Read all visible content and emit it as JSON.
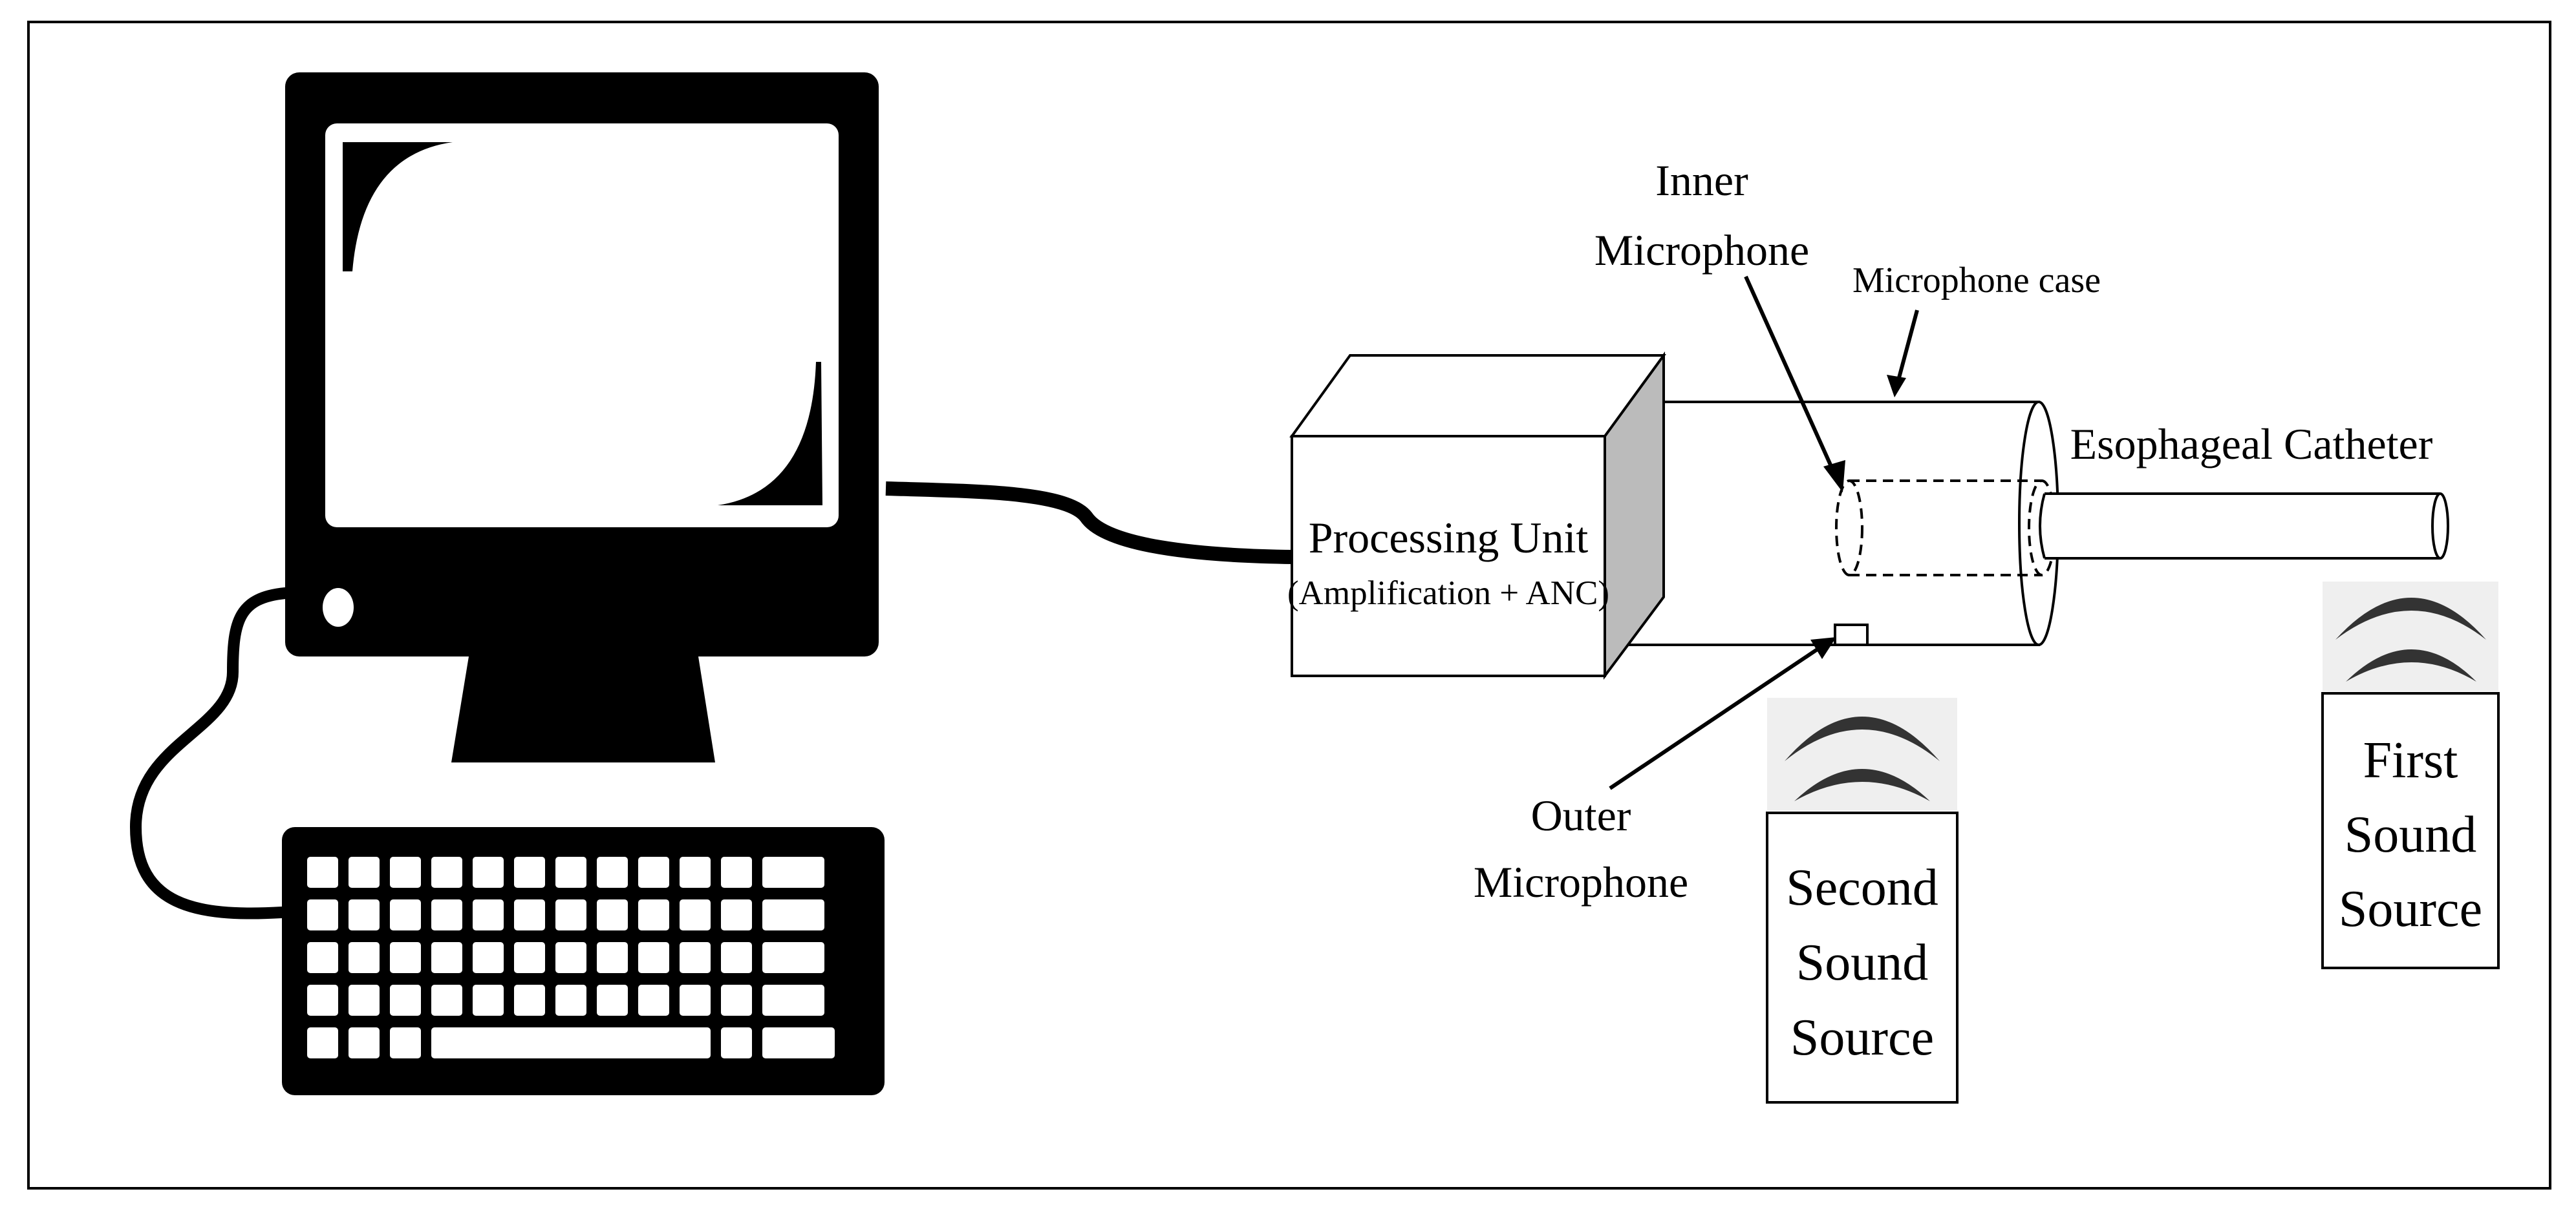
{
  "diagram": {
    "labels": {
      "processing_unit": "Processing Unit",
      "processing_detail": "(Amplification + ANC)",
      "inner_microphone_line1": "Inner",
      "inner_microphone_line2": "Microphone",
      "microphone_case": "Microphone case",
      "esophageal_catheter": "Esophageal Catheter",
      "outer_microphone_line1": "Outer",
      "outer_microphone_line2": "Microphone",
      "second_source_line1": "Second",
      "second_source_line2": "Sound",
      "second_source_line3": "Source",
      "first_source_line1": "First",
      "first_source_line2": "Sound",
      "first_source_line3": "Source"
    },
    "icons": [
      "computer-monitor-icon",
      "keyboard-icon",
      "sound-wave-icon"
    ],
    "colors": {
      "ink": "#000000",
      "background": "#ffffff",
      "wave_bg": "#efefef",
      "shadow": "#bbbbbb"
    }
  }
}
